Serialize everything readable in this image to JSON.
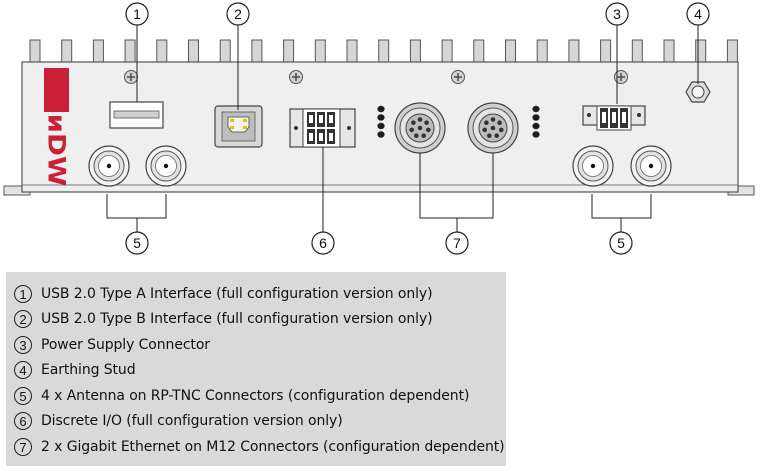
{
  "callouts": {
    "c1": "1",
    "c2": "2",
    "c3": "3",
    "c4": "4",
    "c5a": "5",
    "c5b": "5",
    "c6": "6",
    "c7": "7"
  },
  "colors": {
    "chassis": "#efefef",
    "fin": "#d4d4d4",
    "outline": "#555555",
    "brand_red": "#cc1f38",
    "legend_bg": "#d9d9d9"
  },
  "legend": [
    {
      "num": "1",
      "text": "USB 2.0 Type A Interface (full configuration version only)"
    },
    {
      "num": "2",
      "text": "USB 2.0 Type B Interface (full configuration version only)"
    },
    {
      "num": "3",
      "text": "Power Supply Connector"
    },
    {
      "num": "4",
      "text": "Earthing Stud"
    },
    {
      "num": "5",
      "text": "4 x Antenna on RP-TNC Connectors  (configuration dependent)"
    },
    {
      "num": "6",
      "text": "Discrete I/O (full configuration version only)"
    },
    {
      "num": "7",
      "text": "2 x Gigabit Ethernet on M12 Connectors (configuration dependent)"
    }
  ]
}
